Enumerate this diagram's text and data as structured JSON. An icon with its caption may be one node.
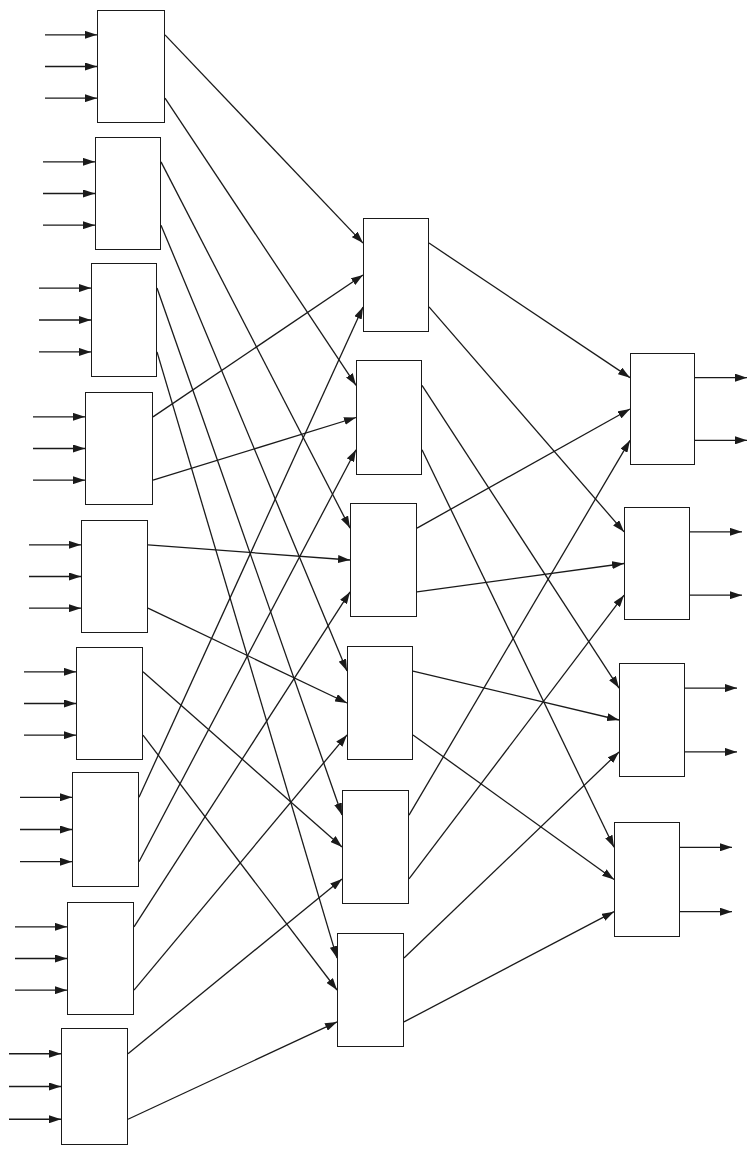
{
  "diagram": {
    "nodes": [
      {
        "text": [],
        "shape": "box"
      },
      {
        "text": [],
        "shape": "box"
      },
      {
        "text": [],
        "shape": "box"
      },
      {
        "text": [],
        "shape": "box"
      },
      {
        "text": [],
        "shape": "box"
      },
      {
        "text": [],
        "shape": "box"
      },
      {
        "text": [],
        "shape": "box"
      },
      {
        "text": [],
        "shape": "box"
      },
      {
        "text": [],
        "shape": "box"
      },
      {
        "text": [],
        "shape": "box"
      },
      {
        "text": [],
        "shape": "box"
      },
      {
        "text": [],
        "shape": "box"
      },
      {
        "text": [],
        "shape": "box"
      },
      {
        "text": [],
        "shape": "box"
      },
      {
        "text": [],
        "shape": "box"
      },
      {
        "text": [],
        "shape": "box"
      },
      {
        "text": [],
        "shape": "box"
      },
      {
        "text": [],
        "shape": "box"
      },
      {
        "text": [],
        "shape": "box"
      }
    ],
    "edges": [
      {
        "from": null,
        "to": 0,
        "arrow": "to"
      },
      {
        "from": null,
        "to": 0,
        "arrow": "to"
      },
      {
        "from": null,
        "to": 0,
        "arrow": "to"
      },
      {
        "from": null,
        "to": 1,
        "arrow": "to"
      },
      {
        "from": null,
        "to": 1,
        "arrow": "to"
      },
      {
        "from": null,
        "to": 1,
        "arrow": "to"
      },
      {
        "from": null,
        "to": 2,
        "arrow": "to"
      },
      {
        "from": null,
        "to": 2,
        "arrow": "to"
      },
      {
        "from": null,
        "to": 2,
        "arrow": "to"
      },
      {
        "from": null,
        "to": 3,
        "arrow": "to"
      },
      {
        "from": null,
        "to": 3,
        "arrow": "to"
      },
      {
        "from": null,
        "to": 3,
        "arrow": "to"
      },
      {
        "from": null,
        "to": 4,
        "arrow": "to"
      },
      {
        "from": null,
        "to": 4,
        "arrow": "to"
      },
      {
        "from": null,
        "to": 4,
        "arrow": "to"
      },
      {
        "from": null,
        "to": 5,
        "arrow": "to"
      },
      {
        "from": null,
        "to": 5,
        "arrow": "to"
      },
      {
        "from": null,
        "to": 5,
        "arrow": "to"
      },
      {
        "from": null,
        "to": 6,
        "arrow": "to"
      },
      {
        "from": null,
        "to": 6,
        "arrow": "to"
      },
      {
        "from": null,
        "to": 6,
        "arrow": "to"
      },
      {
        "from": null,
        "to": 7,
        "arrow": "to"
      },
      {
        "from": null,
        "to": 7,
        "arrow": "to"
      },
      {
        "from": null,
        "to": 7,
        "arrow": "to"
      },
      {
        "from": null,
        "to": 8,
        "arrow": "to"
      },
      {
        "from": null,
        "to": 8,
        "arrow": "to"
      },
      {
        "from": null,
        "to": 8,
        "arrow": "to"
      },
      {
        "from": 0,
        "to": 9,
        "arrow": "to"
      },
      {
        "from": 0,
        "to": 10,
        "arrow": "to"
      },
      {
        "from": 1,
        "to": 11,
        "arrow": "to"
      },
      {
        "from": 1,
        "to": 12,
        "arrow": "to"
      },
      {
        "from": 2,
        "to": 13,
        "arrow": "to"
      },
      {
        "from": 2,
        "to": 14,
        "arrow": "to"
      },
      {
        "from": 3,
        "to": 9,
        "arrow": "to"
      },
      {
        "from": 3,
        "to": 10,
        "arrow": "to"
      },
      {
        "from": 4,
        "to": 11,
        "arrow": "to"
      },
      {
        "from": 4,
        "to": 12,
        "arrow": "to"
      },
      {
        "from": 5,
        "to": 13,
        "arrow": "to"
      },
      {
        "from": 5,
        "to": 14,
        "arrow": "to"
      },
      {
        "from": 6,
        "to": 9,
        "arrow": "to"
      },
      {
        "from": 6,
        "to": 10,
        "arrow": "to"
      },
      {
        "from": 7,
        "to": 11,
        "arrow": "to"
      },
      {
        "from": 7,
        "to": 12,
        "arrow": "to"
      },
      {
        "from": 8,
        "to": 13,
        "arrow": "to"
      },
      {
        "from": 8,
        "to": 14,
        "arrow": "to"
      },
      {
        "from": 9,
        "to": 15,
        "arrow": "to"
      },
      {
        "from": 9,
        "to": 16,
        "arrow": "to"
      },
      {
        "from": 10,
        "to": 17,
        "arrow": "to"
      },
      {
        "from": 10,
        "to": 18,
        "arrow": "to"
      },
      {
        "from": 11,
        "to": 15,
        "arrow": "to"
      },
      {
        "from": 11,
        "to": 16,
        "arrow": "to"
      },
      {
        "from": 12,
        "to": 17,
        "arrow": "to"
      },
      {
        "from": 12,
        "to": 18,
        "arrow": "to"
      },
      {
        "from": 13,
        "to": 15,
        "arrow": "to"
      },
      {
        "from": 13,
        "to": 16,
        "arrow": "to"
      },
      {
        "from": 14,
        "to": 17,
        "arrow": "to"
      },
      {
        "from": 14,
        "to": 18,
        "arrow": "to"
      },
      {
        "from": 15,
        "to": null,
        "arrow": "to"
      },
      {
        "from": 15,
        "to": null,
        "arrow": "to"
      },
      {
        "from": 16,
        "to": null,
        "arrow": "to"
      },
      {
        "from": 16,
        "to": null,
        "arrow": "to"
      },
      {
        "from": 17,
        "to": null,
        "arrow": "to"
      },
      {
        "from": 17,
        "to": null,
        "arrow": "to"
      },
      {
        "from": 18,
        "to": null,
        "arrow": "to"
      },
      {
        "from": 18,
        "to": null,
        "arrow": "to"
      }
    ]
  }
}
